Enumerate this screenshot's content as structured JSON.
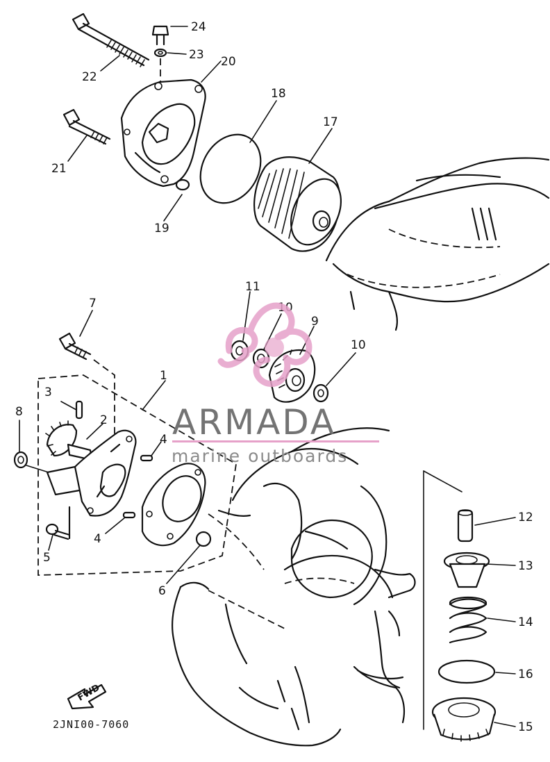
{
  "drawing_code": "2JNI00-7060",
  "fwd_label": "FWD",
  "watermark": {
    "brand": "ARMADA",
    "tagline": "marine outboards",
    "accent_color": "#e6a1c9",
    "text_color": "#737373"
  },
  "callouts": [
    {
      "id": "1",
      "label": "1"
    },
    {
      "id": "2",
      "label": "2"
    },
    {
      "id": "3",
      "label": "3"
    },
    {
      "id": "4a",
      "label": "4"
    },
    {
      "id": "4b",
      "label": "4"
    },
    {
      "id": "5",
      "label": "5"
    },
    {
      "id": "6",
      "label": "6"
    },
    {
      "id": "7",
      "label": "7"
    },
    {
      "id": "8",
      "label": "8"
    },
    {
      "id": "9",
      "label": "9"
    },
    {
      "id": "10a",
      "label": "10"
    },
    {
      "id": "10b",
      "label": "10"
    },
    {
      "id": "11",
      "label": "11"
    },
    {
      "id": "12",
      "label": "12"
    },
    {
      "id": "13",
      "label": "13"
    },
    {
      "id": "14",
      "label": "14"
    },
    {
      "id": "15",
      "label": "15"
    },
    {
      "id": "16",
      "label": "16"
    },
    {
      "id": "17",
      "label": "17"
    },
    {
      "id": "18",
      "label": "18"
    },
    {
      "id": "19",
      "label": "19"
    },
    {
      "id": "20",
      "label": "20"
    },
    {
      "id": "21",
      "label": "21"
    },
    {
      "id": "22",
      "label": "22"
    },
    {
      "id": "23",
      "label": "23"
    },
    {
      "id": "24",
      "label": "24"
    }
  ]
}
